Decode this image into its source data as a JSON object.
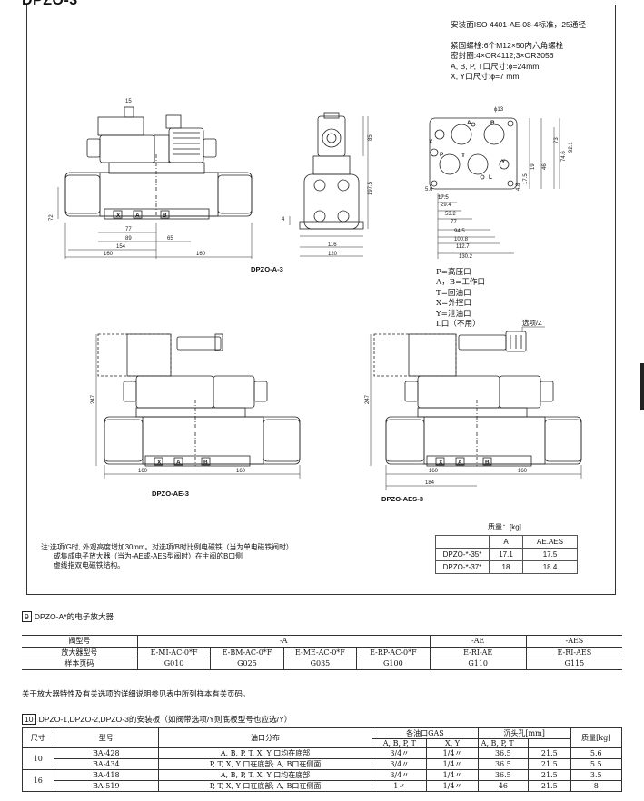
{
  "title": "DPZO-3",
  "specs": {
    "mounting": "安装面ISO 4401-AE-08-4标准，25通径",
    "bolts": "紧固螺栓:6个M12×50内六角螺栓",
    "seals": "密封圈:4×OR4112;3×OR3056",
    "ports_abpt": "A, B, P, T口尺寸:ϕ=24mm",
    "ports_xy": "X, Y口尺寸:ϕ=7 mm"
  },
  "legend": [
    "P=高压口",
    "A，B=工作口",
    "T=回油口",
    "X=外控口",
    "Y=泄油口",
    "L口（不用）"
  ],
  "option_z": "选项/Z",
  "diagram_labels": {
    "a3": "DPZO-A-3",
    "ae3": "DPZO-AE-3",
    "aes3": "DPZO-AES-3"
  },
  "dims": {
    "d13": "ϕ13",
    "d15": "15",
    "d77": "77",
    "d89": "89",
    "d65": "65",
    "d154": "154",
    "d160": "160",
    "d116": "116",
    "d120": "120",
    "d85": "85",
    "d197": "197.5",
    "d72": "72",
    "d4": "4",
    "d247": "247",
    "d184": "184",
    "d56": "5.6",
    "d175": "17.5",
    "d294": "29.4",
    "d532": "53.2",
    "d945": "94.5",
    "d1008": "100.8",
    "d1127": "112.7",
    "d1302": "130.2",
    "d921": "92.1",
    "d746": "74.6",
    "d73": "73",
    "d46": "46",
    "d48": "4.8",
    "d19": "19",
    "d175b": "17.5"
  },
  "port_letters": {
    "a": "A",
    "b": "B",
    "p": "P",
    "t": "T",
    "x": "X",
    "y": "Y",
    "l": "L"
  },
  "note": {
    "line1": "注:选项/G时, 外观高度增加30mm。对选项/B时比例电磁铁（当为单电磁铁阀时）",
    "line2": "或集成电子放大器（当为-AE或-AES型阀时）在主阀的B口侧",
    "line3": "虚线指双电磁铁结构。"
  },
  "mass": {
    "label": "质量：[kg]",
    "headers": [
      "",
      "A",
      "AE.AES"
    ],
    "rows": [
      [
        "DPZO-*-35*",
        "17.1",
        "17.5"
      ],
      [
        "DPZO-*-37*",
        "18",
        "18.4"
      ]
    ]
  },
  "section9": {
    "num": "9",
    "title": "DPZO-A*的电子放大器",
    "rows": [
      [
        "阀型号",
        "-A",
        "-AE",
        "-AES"
      ],
      [
        "放大器型号",
        "E-MI-AC-0*F",
        "E-BM-AC-0*F",
        "E-ME-AC-0*F",
        "E-RP-AC-0*F",
        "E-RI-AE",
        "E-RI-AES"
      ],
      [
        "样本页码",
        "G010",
        "G025",
        "G035",
        "G100",
        "G110",
        "G115"
      ]
    ]
  },
  "paragraph": "关于放大器特性及有关选项的详细说明参见表中所列样本有关页码。",
  "section10": {
    "num": "10",
    "title": "DPZO-1,DPZO-2,DPZO-3的安装板（如阀带选项/Y则底板型号也应选/Y）",
    "headers": {
      "size": "尺寸",
      "model": "型号",
      "ports": "油口分布",
      "gas": "各油口GAS",
      "gas1": "A, B, P, T",
      "gas2": "X, Y",
      "cb": "沉头孔[mm]",
      "cb1": "A, B, P, T",
      "mass": "质量[kg]"
    },
    "rows": [
      [
        "10",
        "BA-428",
        "A, B, P, T, X, Y 口均在底部",
        "3/4〃",
        "1/4〃",
        "36.5",
        "21.5",
        "5.6"
      ],
      [
        "",
        "BA-434",
        "P, T, X, Y 口在底部; A, B口在侧面",
        "3/4〃",
        "1/4〃",
        "36.5",
        "21.5",
        "5.5"
      ],
      [
        "16",
        "BA-418",
        "A, B, P, T, X, Y 口均在底部",
        "3/4〃",
        "1/4〃",
        "36.5",
        "21.5",
        "3.5"
      ],
      [
        "",
        "BA-519",
        "P, T, X, Y 口在底部; A, B口在侧面",
        "1〃",
        "1/4〃",
        "46",
        "21.5",
        "8"
      ]
    ]
  }
}
